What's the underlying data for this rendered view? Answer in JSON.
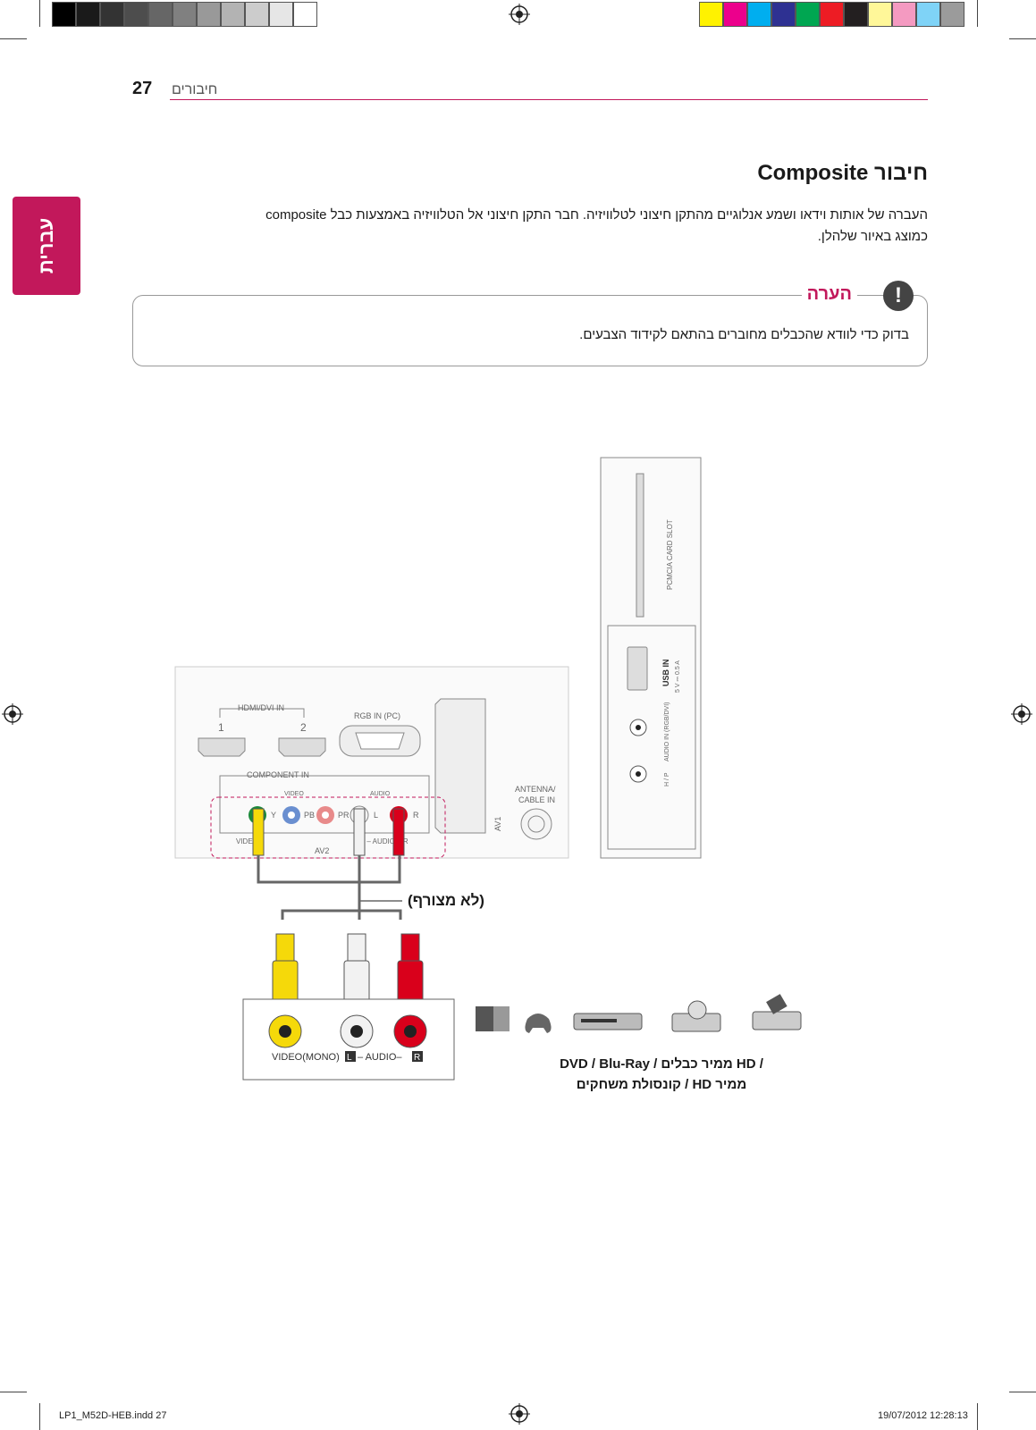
{
  "header": {
    "page_number": "27",
    "running_head": "חיבורים"
  },
  "side_tab": {
    "label": "עברית"
  },
  "section": {
    "title": "חיבור Composite",
    "body_line1": "העברה של אותות וידאו ושמע אנלוגיים מהתקן חיצוני לטלוויזיה. חבר התקן חיצוני אל הטלוויזיה באמצעות כבל composite",
    "body_line2": "כמוצג באיור שלהלן."
  },
  "note": {
    "title": "הערה",
    "icon": "exclamation-icon",
    "text": "בדוק כדי לוודא שהכבלים מחוברים בהתאם לקידוד הצבעים."
  },
  "tv_panel": {
    "hdmi_label": "HDMI/DVI IN",
    "hdmi_port_1": "1",
    "hdmi_port_2": "2",
    "rgb_label": "RGB IN (PC)",
    "component_label": "COMPONENT IN",
    "video_label": "VIDEO",
    "audio_label": "AUDIO",
    "y_label": "Y",
    "pb_label": "PB",
    "pr_label": "PR",
    "l_label": "L",
    "r_label": "R",
    "av2_label": "AV2",
    "av1_label": "AV1",
    "antenna_label_1": "ANTENNA/",
    "antenna_label_2": "CABLE IN",
    "bottom_video": "VIDEO",
    "bottom_audio": "L – AUDIO – R",
    "side_card_slot": "PCMCIA CARD SLOT",
    "usb_label": "USB IN",
    "usb_rating": "5 V ⎓ 0.5 A",
    "audio_in_label": "AUDIO IN (RGB/DVI)",
    "hp_label": "H / P"
  },
  "cable_label": "(לא מצורף)",
  "device_panel": {
    "label_video": "VIDEO(MONO)",
    "label_l": "L",
    "label_audio": "– AUDIO–",
    "label_r": "R"
  },
  "devices_caption": {
    "line1": "DVD / Blu-Ray / ממיר כבלים HD /",
    "line2": "ממיר HD / קונסולת משחקים"
  },
  "footer": {
    "file": "LP1_M52D-HEB.indd 27",
    "date": "19/07/2012",
    "time": "12:28:13"
  },
  "colors": {
    "accent": "#c2185b",
    "yellow": "#f5d90a",
    "white_plug": "#f2f2f2",
    "red": "#d9001b",
    "green": "#1b8a3a",
    "blue": "#6a8fd0",
    "pink": "#e88a8a"
  }
}
